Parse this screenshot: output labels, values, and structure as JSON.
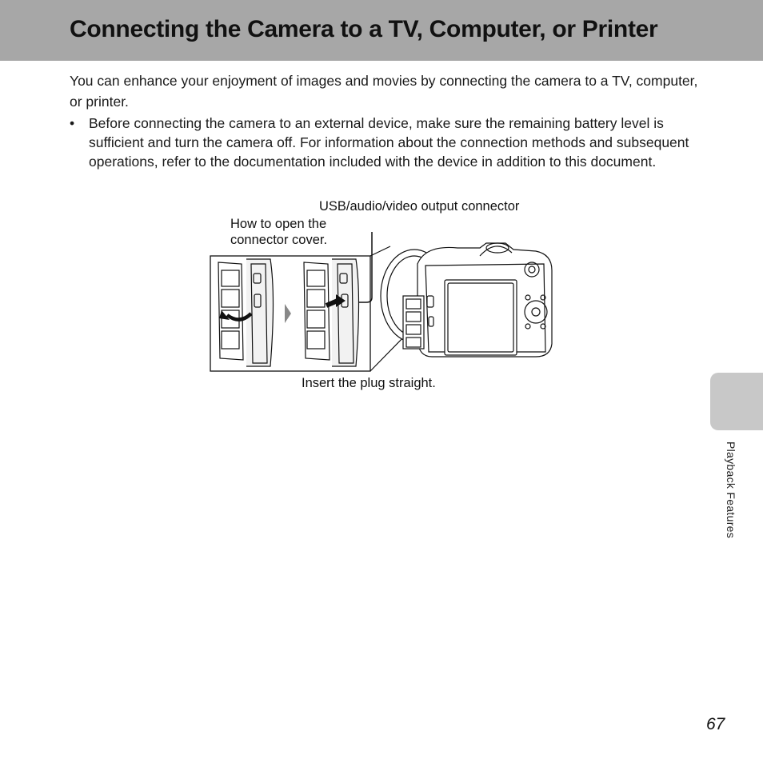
{
  "header": {
    "title": "Connecting the Camera to a TV, Computer, or Printer"
  },
  "body": {
    "intro": "You can enhance your enjoyment of images and movies by connecting the camera to a TV, computer, or printer.",
    "bullets": [
      "Before connecting the camera to an external device, make sure the remaining battery level is sufficient and turn the camera off. For information about the connection methods and subsequent operations, refer to the documentation included with the device in addition to this document."
    ],
    "bullet_symbol": "•"
  },
  "figure": {
    "label_connector": "USB/audio/video output connector",
    "label_open_line1": "How to open the",
    "label_open_line2": "connector cover.",
    "label_insert": "Insert the plug straight."
  },
  "sidebar": {
    "section_label": "Playback Features"
  },
  "footer": {
    "page_number": "67"
  }
}
